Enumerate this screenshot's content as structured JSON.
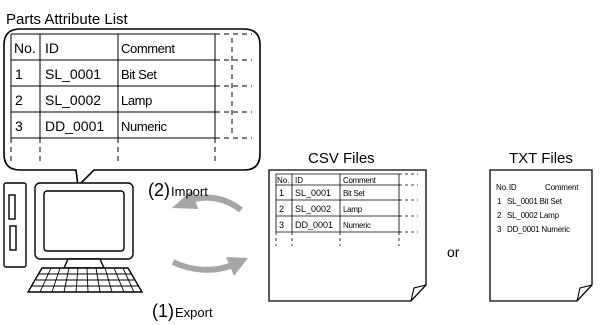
{
  "bubble_title": "Parts Attribute List",
  "table": {
    "headers": [
      "No.",
      "ID",
      "Comment"
    ],
    "rows": [
      [
        "1",
        "SL_0001",
        "Bit Set"
      ],
      [
        "2",
        "SL_0002",
        "Lamp"
      ],
      [
        "3",
        "DD_0001",
        "Numeric"
      ]
    ]
  },
  "csv": {
    "title": "CSV Files"
  },
  "txt": {
    "title": "TXT Files"
  },
  "or_label": "or",
  "import": {
    "num": "(2)",
    "label": "Import"
  },
  "export": {
    "num": "(1)",
    "label": "Export"
  },
  "colors": {
    "arrow": "#a6a6a6",
    "stroke": "#000000",
    "background": "#ffffff"
  }
}
